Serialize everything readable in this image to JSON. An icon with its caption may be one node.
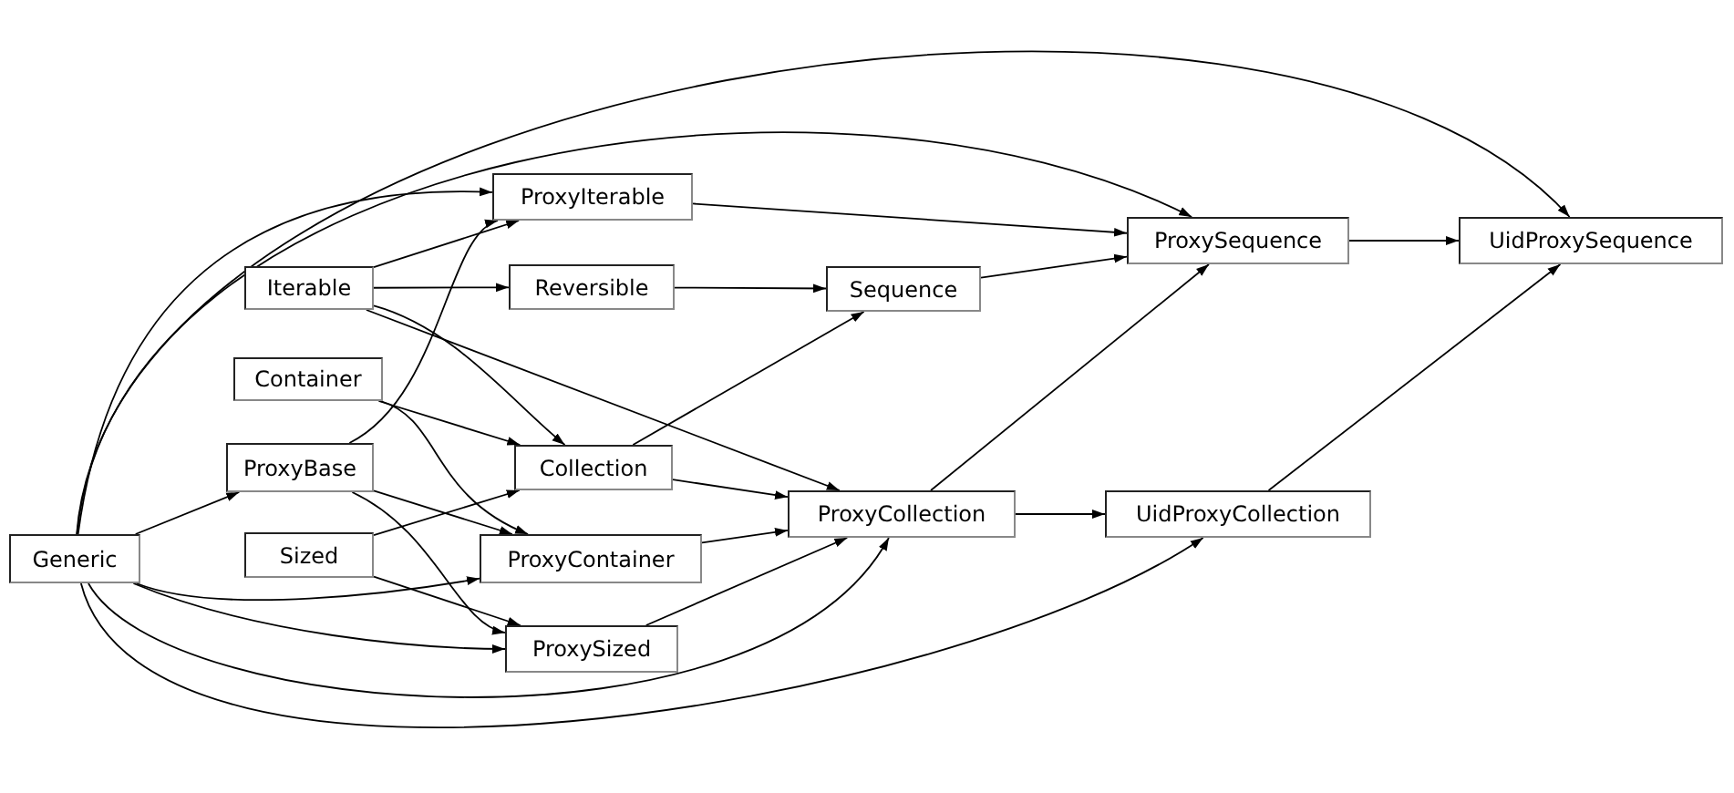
{
  "diagram": {
    "nodes": [
      {
        "text": [
          "Generic"
        ]
      },
      {
        "text": [
          "ProxyBase"
        ]
      },
      {
        "text": [
          "Iterable"
        ]
      },
      {
        "text": [
          "Container"
        ]
      },
      {
        "text": [
          "Sized"
        ]
      },
      {
        "text": [
          "ProxyIterable"
        ]
      },
      {
        "text": [
          "Reversible"
        ]
      },
      {
        "text": [
          "Collection"
        ]
      },
      {
        "text": [
          "ProxyContainer"
        ]
      },
      {
        "text": [
          "ProxySized"
        ]
      },
      {
        "text": [
          "Sequence"
        ]
      },
      {
        "text": [
          "ProxyCollection"
        ]
      },
      {
        "text": [
          "ProxySequence"
        ]
      },
      {
        "text": [
          "UidProxyCollection"
        ]
      },
      {
        "text": [
          "UidProxySequence"
        ]
      }
    ],
    "edges": [
      {
        "from": 0,
        "to": 14,
        "arrow": "to"
      },
      {
        "from": 0,
        "to": 12,
        "arrow": "to"
      },
      {
        "from": 0,
        "to": 5,
        "arrow": "to"
      },
      {
        "from": 0,
        "to": 1,
        "arrow": "to"
      },
      {
        "from": 0,
        "to": 8,
        "arrow": "to"
      },
      {
        "from": 0,
        "to": 9,
        "arrow": "to"
      },
      {
        "from": 0,
        "to": 11,
        "arrow": "to"
      },
      {
        "from": 0,
        "to": 13,
        "arrow": "to"
      },
      {
        "from": 2,
        "to": 5,
        "arrow": "to"
      },
      {
        "from": 2,
        "to": 6,
        "arrow": "to"
      },
      {
        "from": 2,
        "to": 7,
        "arrow": "to"
      },
      {
        "from": 2,
        "to": 11,
        "arrow": "to"
      },
      {
        "from": 1,
        "to": 5,
        "arrow": "to"
      },
      {
        "from": 1,
        "to": 8,
        "arrow": "to"
      },
      {
        "from": 1,
        "to": 9,
        "arrow": "to"
      },
      {
        "from": 3,
        "to": 7,
        "arrow": "to"
      },
      {
        "from": 3,
        "to": 8,
        "arrow": "to"
      },
      {
        "from": 4,
        "to": 7,
        "arrow": "to"
      },
      {
        "from": 4,
        "to": 9,
        "arrow": "to"
      },
      {
        "from": 6,
        "to": 10,
        "arrow": "to"
      },
      {
        "from": 7,
        "to": 10,
        "arrow": "to"
      },
      {
        "from": 7,
        "to": 11,
        "arrow": "to"
      },
      {
        "from": 8,
        "to": 11,
        "arrow": "to"
      },
      {
        "from": 9,
        "to": 11,
        "arrow": "to"
      },
      {
        "from": 5,
        "to": 12,
        "arrow": "to"
      },
      {
        "from": 10,
        "to": 12,
        "arrow": "to"
      },
      {
        "from": 11,
        "to": 12,
        "arrow": "to"
      },
      {
        "from": 11,
        "to": 13,
        "arrow": "to"
      },
      {
        "from": 12,
        "to": 14,
        "arrow": "to"
      },
      {
        "from": 13,
        "to": 14,
        "arrow": "to"
      }
    ]
  }
}
